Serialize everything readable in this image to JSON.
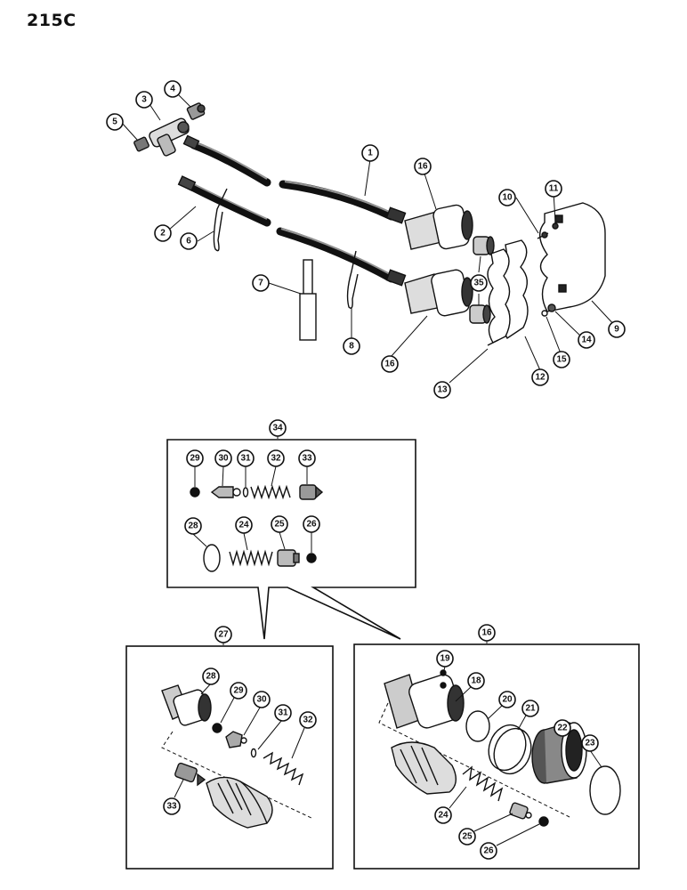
{
  "page": {
    "title": "215C"
  },
  "callouts": {
    "c1": "1",
    "c2": "2",
    "c3": "3",
    "c4": "4",
    "c5": "5",
    "c6": "6",
    "c7": "7",
    "c8": "8",
    "c9": "9",
    "c10": "10",
    "c11": "11",
    "c12": "12",
    "c13": "13",
    "c14": "14",
    "c15": "15",
    "c16a": "16",
    "c16b": "16",
    "c35": "35",
    "c34": "34",
    "c29": "29",
    "c30": "30",
    "c31": "31",
    "c32": "32",
    "c33": "33",
    "c28": "28",
    "c24": "24",
    "c25": "25",
    "c26": "26",
    "c27": "27",
    "c28b": "28",
    "c29b": "29",
    "c30b": "30",
    "c31b": "31",
    "c32b": "32",
    "c33b": "33",
    "c16c": "16",
    "c19": "19",
    "c18": "18",
    "c20": "20",
    "c21": "21",
    "c22": "22",
    "c23": "23",
    "c24b": "24",
    "c25b": "25",
    "c26b": "26"
  },
  "colors": {
    "ink": "#111111",
    "paper": "#ffffff"
  }
}
